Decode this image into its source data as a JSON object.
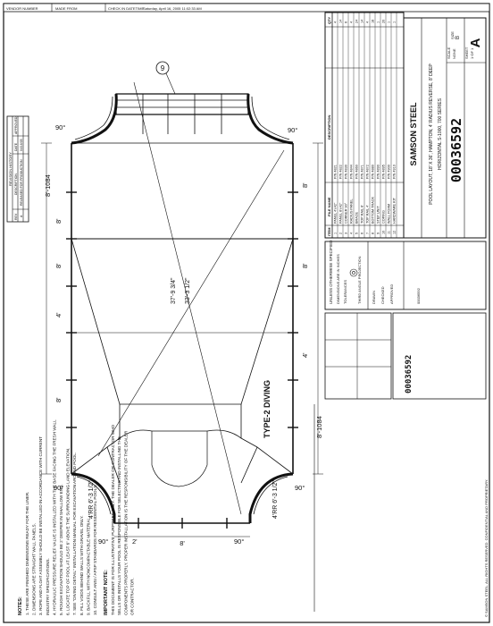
{
  "header": {
    "vendor_number_label": "VENDOR NUMBER",
    "made_from_label": "MADE FROM",
    "check_in_label": "CHECK IN DATETIME",
    "check_in_value": "Saturday, April 16, 2005 11:02:33 AM"
  },
  "revision": {
    "title": "REVISION HISTORY",
    "rev_label": "REV",
    "description_label": "DESCRIPTION",
    "date_label": "DATE",
    "approved_label": "APPROVED",
    "row_rev": "A",
    "row_description": "RELEASED FOR PRODUCTION",
    "row_date": "04/16/05"
  },
  "drawing": {
    "callout_number": "9",
    "corner_angles": [
      "90°",
      "90°",
      "90°",
      "90°",
      "90°",
      "90°"
    ],
    "left_dim_1": "8'-1084",
    "left_dim_2": "8'-1084",
    "left_dim_short": "2'",
    "side_dims": [
      "8'",
      "4'",
      "8'",
      "8'",
      "8'",
      "4'",
      "8'"
    ],
    "bottom_dim": "8'",
    "diagonal_1": "37'-9 3/4\"",
    "diagonal_2": "33'-3 1/2\"",
    "radius_left": "4'RR  6'-3 1/2\"",
    "radius_right": "4'RR  6'-3 1/2\"",
    "pool_label": "TYPE-2 DIVING"
  },
  "bom": {
    "title_item": "ITEM",
    "title_file": "FILE NAME",
    "title_desc": "DESCRIPTION",
    "title_qty": "QTY",
    "rows": [
      [
        "1",
        "PANEL 4'x42\"",
        "P/N 4821",
        "4"
      ],
      [
        "2",
        "PANEL 8'x42\"",
        "P/N 4822",
        "14"
      ],
      [
        "3",
        "CORNER 90°",
        "P/N 4830",
        "6"
      ],
      [
        "4",
        "RADIUS PANEL",
        "P/N 4844",
        "4"
      ],
      [
        "5",
        "BRACE",
        "P/N 4860",
        "24"
      ],
      [
        "6",
        "TOP RAIL 8'",
        "P/N 4871",
        "14"
      ],
      [
        "7",
        "TOP RAIL 4'",
        "P/N 4872",
        "4"
      ],
      [
        "8",
        "BOTTOM TRACK",
        "P/N 4880",
        "18"
      ],
      [
        "9",
        "STEP UNIT",
        "P/N 4890",
        "1"
      ],
      [
        "10",
        "COPING",
        "P/N 4895",
        "20"
      ],
      [
        "11",
        "WALL FOAM",
        "P/N 4900",
        "1"
      ],
      [
        "12",
        "HARDWARE KIT",
        "P/N 4910",
        "1"
      ]
    ]
  },
  "title_block": {
    "company": "SAMSON STEEL",
    "description": "POOL LAYOUT, 18' X 36', HAMPTON, 4' RADIUS REVERSE, 8' DEEP",
    "series": "HORIZONTAL S-1000, 700 SERIES",
    "drawing_number": "00036592",
    "rev_letter": "A",
    "size_label": "SIZE",
    "size_value": "B",
    "sheet_label": "SHEET",
    "sheet_value": "1 OF 1",
    "scale_label": "SCALE",
    "scale_value": "NONE",
    "units_title": "UNLESS OTHERWISE SPECIFIED",
    "units_line": "DIMENSIONS ARE IN INCHES",
    "tolerance_line": "TOLERANCES",
    "projection_line": "THIRD ANGLE PROJECTION",
    "drawn_label": "DRAWN",
    "checked_label": "CHECKED",
    "approved_label": "APPROVED",
    "part_number": "00036592"
  },
  "notes": {
    "title": "NOTES:",
    "items": [
      "1. THESE ARE FINISHED DIMENSIONS READY FOR THE LINER.",
      "2. DIMENSIONS ARE STRAIGHT WALL PANELS.",
      "3. ROPE AND FLOAT ASSEMBLY SHOULD BE INSTALLED IN ACCORDANCE WITH CURRENT",
      "   INDUSTRY SPECIFICATIONS.",
      "4. HYDRAULIC PRESSURE RELIEF VALVE IS INSTALLED WITH THE BASE FACING THE FRESH WALL",
      "5. ROUGH EXCAVATION SHOULD BE 2' DEEPER IN SHALLOW END.",
      "6. LOCATE TOP OF POOL AT LEAST 6\" ABOVE THE SURROUNDING LAND ELEVATION.",
      "7. SEE \"DIVING DETAIL\" INSTALLATION MANUAL FOR EXCAVATION AROUND POOL.",
      "8. FILL VOIDS BEHIND WALLS WITH GRAVEL ONLY.",
      "9. BACKFILL WITH NONCOMPACTABLE MATERIAL.",
      "10. CONSULT ANSI / APSP STANDARDS FOR RESIDENTIAL POOLS."
    ],
    "important_title": "IMPORTANT NOTE:",
    "important_text": "THIS DOCUMENT IS FOR ILLUSTRATIVE PURPOSES ONLY. THE DEALER OR CONTRACTOR WHO SELLS OR INSTALLS YOUR POOL IS RESPONSIBLE FOR SELECTING AND INSTALLING THE COMPONENTS PROPERLY. PROPER INSTALLATION IS THE RESPONSIBILITY OF THE DEALER OR CONTRACTOR."
  },
  "footer": {
    "copyright": "© SAMSON STEEL. ALL RIGHTS RESERVED. CONFIDENTIAL AND PROPRIETARY."
  }
}
